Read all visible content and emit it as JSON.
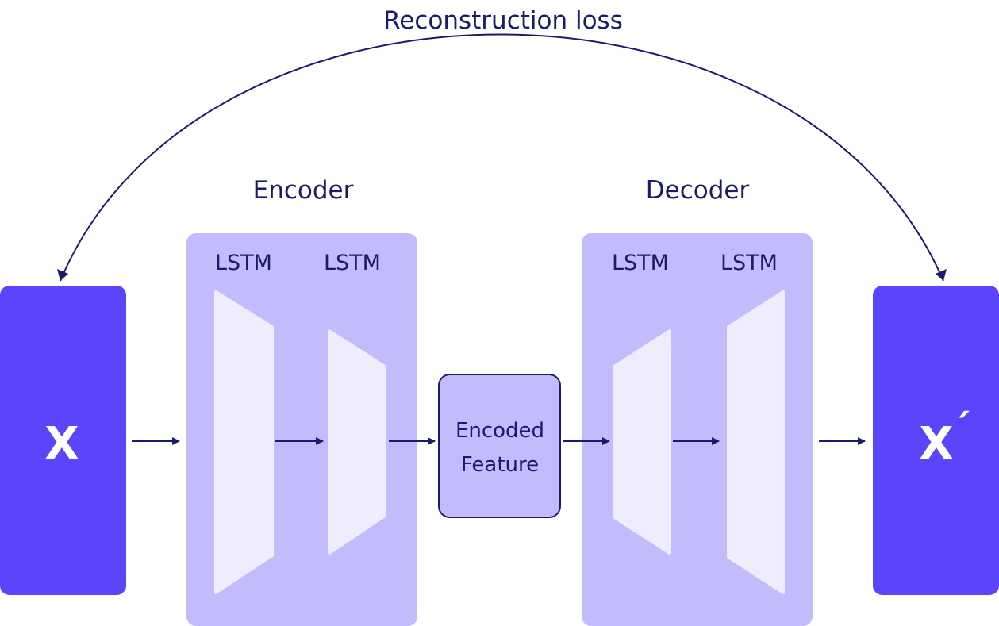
{
  "title": "Reconstruction loss",
  "encoder": {
    "label": "Encoder",
    "layers": [
      "LSTM",
      "LSTM"
    ]
  },
  "decoder": {
    "label": "Decoder",
    "layers": [
      "LSTM",
      "LSTM"
    ]
  },
  "input": {
    "label": "X"
  },
  "output": {
    "label": "X",
    "prime": "´"
  },
  "bottleneck": {
    "line1": "Encoded",
    "line2": "Feature"
  },
  "colors": {
    "text": "#1c1a6b",
    "io_box": "#5b45fb",
    "panel": "#c2bcfc",
    "layer": "#efedfd",
    "arrow": "#1c1a6b"
  }
}
